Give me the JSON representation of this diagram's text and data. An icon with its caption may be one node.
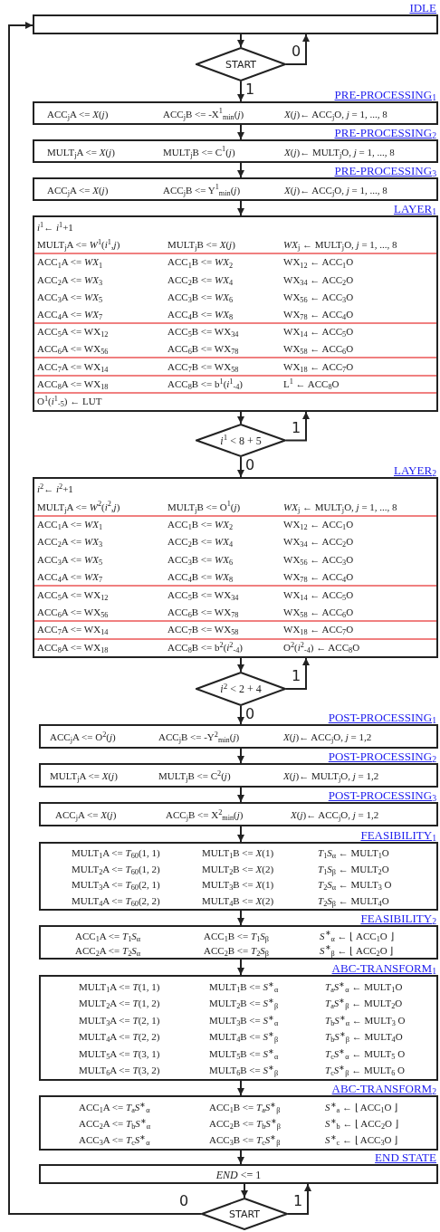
{
  "diagram": {
    "nodes": [
      {
        "text": [
          "IDLE"
        ]
      },
      {
        "text": [
          "START"
        ]
      },
      {
        "text": [
          "PRE-PROCESSING$_{1}$",
          "ACC$_{j}$A <= *X*(*j*)",
          "ACC$_{j}$B <= -X$^{1}$$_{min}$(*j*)",
          "*X*(*j*)← ACC$_{j}$O,  *j* = 1, ..., 8"
        ]
      },
      {
        "text": [
          "PRE-PROCESSING$_{2}$",
          "MULT$_{j}$A <= *X*(*j*)",
          "MULT$_{j}$B <= C$^{1}$(*j*)",
          "*X*(*j*)← MULT$_{j}$O,  *j* = 1, ..., 8"
        ]
      },
      {
        "text": [
          "PRE-PROCESSING$_{3}$",
          "ACC$_{j}$A <= *X*(*j*)",
          "ACC$_{j}$B <= Y$^{1}$$_{min}$(*j*)",
          "*X*(*j*)← ACC$_{j}$O,  *j* = 1, ..., 8"
        ]
      },
      {
        "text": [
          "LAYER$_{1}$",
          "*i*$^{1}$← *i*$^{1}$+1",
          "MULT$_{j}$A <= *W*$^{1}$(*i*$^{1}$,*j*)",
          "MULT$_{j}$B <= *X*(*j*)",
          "*WX*$_{j}$ ← MULT$_{j}$O,  *j* = 1, ..., 8",
          "ACC$_{1}$A <= *WX*$_{1}$",
          "ACC$_{1}$B <= *WX*$_{2}$",
          "WX$_{12}$ ← ACC$_{1}$O",
          "ACC$_{2}$A <= *WX*$_{3}$",
          "ACC$_{2}$B <= *WX*$_{4}$",
          "WX$_{34}$ ← ACC$_{2}$O",
          "ACC$_{3}$A <= *WX*$_{5}$",
          "ACC$_{3}$B <= *WX*$_{6}$",
          "WX$_{56}$ ← ACC$_{3}$O",
          "ACC$_{4}$A <= *WX*$_{7}$",
          "ACC$_{4}$B <= *WX*$_{8}$",
          "WX$_{78}$ ← ACC$_{4}$O",
          "ACC$_{5}$A <= WX$_{12}$",
          "ACC$_{5}$B <= WX$_{34}$",
          "WX$_{14}$ ← ACC$_{5}$O",
          "ACC$_{6}$A <= WX$_{56}$",
          "ACC$_{6}$B <= WX$_{78}$",
          "WX$_{58}$ ← ACC$_{6}$O",
          "ACC$_{7}$A <= WX$_{14}$",
          "ACC$_{7}$B <= WX$_{58}$",
          "WX$_{18}$ ← ACC$_{7}$O",
          "ACC$_{8}$A <= WX$_{18}$",
          "ACC$_{8}$B <= b$^{1}$(*i*$^{1}$$_{-4}$)",
          "L$^{1}$ ← ACC$_{8}$O",
          "O$^{1}$(*i*$^{1}$$_{-5}$) ← LUT"
        ]
      },
      {
        "text": [
          "*i*$^{1}$ < 8 + 5"
        ]
      },
      {
        "text": [
          "LAYER$_{2}$",
          "*i*$^{2}$← *i*$^{2}$+1",
          "MULT$_{j}$A <= *W*$^{2}$(*i*$^{2}$,*j*)",
          "MULT$_{j}$B <= O$^{1}$(*j*)",
          "*WX*$_{j}$ ← MULT$_{j}$O,  *j* = 1, ..., 8",
          "ACC$_{1}$A <= *WX*$_{1}$",
          "ACC$_{1}$B <= *WX*$_{2}$",
          "WX$_{12}$ ← ACC$_{1}$O",
          "ACC$_{2}$A <= *WX*$_{3}$",
          "ACC$_{2}$B <= *WX*$_{4}$",
          "WX$_{34}$ ← ACC$_{2}$O",
          "ACC$_{3}$A <= *WX*$_{5}$",
          "ACC$_{3}$B <= *WX*$_{6}$",
          "WX$_{56}$ ← ACC$_{3}$O",
          "ACC$_{4}$A <= *WX*$_{7}$",
          "ACC$_{4}$B <= *WX*$_{8}$",
          "WX$_{78}$ ← ACC$_{4}$O",
          "ACC$_{5}$A <= WX$_{12}$",
          "ACC$_{5}$B <= WX$_{34}$",
          "WX$_{14}$ ← ACC$_{5}$O",
          "ACC$_{6}$A <= WX$_{56}$",
          "ACC$_{6}$B <= WX$_{78}$",
          "WX$_{58}$ ← ACC$_{6}$O",
          "ACC$_{7}$A <= WX$_{14}$",
          "ACC$_{7}$B <= WX$_{58}$",
          "WX$_{18}$ ← ACC$_{7}$O",
          "ACC$_{8}$A <= WX$_{18}$",
          "ACC$_{8}$B <= b$^{2}$(*i*$^{2}$$_{-4}$)",
          "O$^{2}$(*i*$^{2}$$_{-4}$) ← ACC$_{8}$O"
        ]
      },
      {
        "text": [
          "*i*$^{2}$ < 2 + 4"
        ]
      },
      {
        "text": [
          "POST-PROCESSING$_{1}$",
          "ACC$_{j}$A <= O$^{2}$(*j*)",
          "ACC$_{j}$B <= -Y$^{2}$$_{min}$(*j*)",
          "*X*(*j*)← ACC$_{j}$O,  *j* = 1,2"
        ]
      },
      {
        "text": [
          "POST-PROCESSING$_{2}$",
          "MULT$_{j}$A <= *X*(*j*)",
          "MULT$_{j}$B <= C$^{2}$(*j*)",
          "*X*(*j*)← MULT$_{j}$O,  *j* = 1,2"
        ]
      },
      {
        "text": [
          "POST-PROCESSING$_{3}$",
          "ACC$_{j}$A <= *X*(*j*)",
          "ACC$_{j}$B <= X$^{2}$$_{min}$(*j*)",
          "*X*(*j*)← ACC$_{j}$O,  *j* = 1,2"
        ]
      },
      {
        "text": [
          "FEASIBILITY$_{1}$",
          "MULT$_{1}$A <= *T*$_{60}$(1, 1)",
          "MULT$_{1}$B <= *X*(1)",
          "*T*$_{1}$*S*$_{α}$  ← MULT$_{1}$O",
          "MULT$_{2}$A <= *T*$_{60}$(1, 2)",
          "MULT$_{2}$B <= *X*(2)",
          "*T*$_{1}$*S*$_{β}$  ← MULT$_{2}$O",
          "MULT$_{3}$A <= *T*$_{60}$(2, 1)",
          "MULT$_{3}$B <= *X*(1)",
          "*T*$_{2}$*S*$_{α}$  ← MULT$_{3}$ O",
          "MULT$_{4}$A <= *T*$_{60}$(2, 2)",
          "MULT$_{4}$B <= *X*(2)",
          "*T*$_{2}$*S*$_{β}$  ← MULT$_{4}$O"
        ]
      },
      {
        "text": [
          "FEASIBILITY$_{2}$",
          "ACC$_{1}$A <= *T*$_{1}$*S*$_{α}$",
          "ACC$_{1}$B <= *T*$_{1}$*S*$_{β}$",
          "*S*$^{∗}$$_{α}$  ← ⌊ ACC$_{1}$O ⌋",
          "ACC$_{2}$A <= *T*$_{2}$*S*$_{α}$",
          "ACC$_{2}$B <= *T*$_{2}$*S*$_{β}$",
          "*S*$^{∗}$$_{β}$  ← ⌊ ACC$_{2}$O ⌋"
        ]
      },
      {
        "text": [
          "ABC-TRANSFORM$_{1}$",
          "MULT$_{1}$A <= *T*(1, 1)",
          "MULT$_{1}$B <= *S*$^{∗}$$_{α}$",
          "*T*$_{a}$*S*$^{∗}$$_{α}$  ← MULT$_{1}$O",
          "MULT$_{2}$A <= *T*(1, 2)",
          "MULT$_{2}$B <= *S*$^{∗}$$_{β}$",
          "*T*$_{a}$*S*$^{∗}$$_{β}$  ← MULT$_{2}$O",
          "MULT$_{3}$A <= *T*(2, 1)",
          "MULT$_{3}$B <= *S*$^{∗}$$_{α}$",
          "*T*$_{b}$*S*$^{∗}$$_{α}$  ← MULT$_{3}$ O",
          "MULT$_{4}$A <= *T*(2, 2)",
          "MULT$_{4}$B <= *S*$^{∗}$$_{β}$",
          "*T*$_{b}$*S*$^{∗}$$_{β}$  ← MULT$_{4}$O",
          "MULT$_{5}$A <= *T*(3, 1)",
          "MULT$_{5}$B <= *S*$^{∗}$$_{α}$",
          "*T*$_{c}$*S*$^{∗}$$_{α}$  ← MULT$_{5}$ O",
          "MULT$_{6}$A <= *T*(3, 2)",
          "MULT$_{6}$B <= *S*$^{∗}$$_{β}$",
          "*T*$_{c}$*S*$^{∗}$$_{β}$  ← MULT$_{6}$ O"
        ]
      },
      {
        "text": [
          "ABC-TRANSFORM$_{2}$",
          "ACC$_{1}$A <= *T*$_{a}$*S*$^{∗}$$_{α}$",
          "ACC$_{1}$B <= *T*$_{a}$*S*$^{∗}$$_{β}$",
          "*S*$^{∗}$$_{a}$  ← ⌊ ACC$_{1}$O ⌋",
          "ACC$_{2}$A <= *T*$_{b}$*S*$^{∗}$$_{α}$",
          "ACC$_{2}$B <= *T*$_{b}$*S*$^{∗}$$_{β}$",
          "*S*$^{∗}$$_{b}$  ← ⌊ ACC$_{2}$O ⌋",
          "ACC$_{3}$A <= *T*$_{c}$*S*$^{∗}$$_{α}$",
          "ACC$_{3}$B <= *T*$_{c}$*S*$^{∗}$$_{β}$",
          "*S*$^{∗}$$_{c}$  ← ⌊ ACC$_{3}$O ⌋"
        ]
      },
      {
        "text": [
          "END STATE",
          "*END* <= 1"
        ]
      },
      {
        "text": [
          "START"
        ]
      }
    ],
    "edges": [
      {
        "from": 0,
        "to": 1,
        "arrow": "to"
      },
      {
        "from": 1,
        "to": 2,
        "arrow": "to",
        "label": "1"
      },
      {
        "from": 1,
        "to": 0,
        "arrow": "to",
        "label": "0"
      },
      {
        "from": 2,
        "to": 3,
        "arrow": "to"
      },
      {
        "from": 3,
        "to": 4,
        "arrow": "to"
      },
      {
        "from": 4,
        "to": 5,
        "arrow": "to"
      },
      {
        "from": 5,
        "to": 6,
        "arrow": "to"
      },
      {
        "from": 6,
        "to": 5,
        "arrow": "to",
        "label": "1"
      },
      {
        "from": 6,
        "to": 7,
        "arrow": "to",
        "label": "0"
      },
      {
        "from": 7,
        "to": 8,
        "arrow": "to"
      },
      {
        "from": 8,
        "to": 7,
        "arrow": "to",
        "label": "1"
      },
      {
        "from": 8,
        "to": 9,
        "arrow": "to",
        "label": "0"
      },
      {
        "from": 9,
        "to": 10,
        "arrow": "to"
      },
      {
        "from": 10,
        "to": 11,
        "arrow": "to"
      },
      {
        "from": 11,
        "to": 12,
        "arrow": "to"
      },
      {
        "from": 12,
        "to": 13,
        "arrow": "to"
      },
      {
        "from": 13,
        "to": 14,
        "arrow": "to"
      },
      {
        "from": 14,
        "to": 15,
        "arrow": "to"
      },
      {
        "from": 15,
        "to": 16,
        "arrow": "to"
      },
      {
        "from": 16,
        "to": 17,
        "arrow": "to"
      },
      {
        "from": 17,
        "to": 0,
        "arrow": "to",
        "label": "0"
      },
      {
        "from": 17,
        "to": 16,
        "arrow": "to",
        "label": "1"
      }
    ]
  }
}
